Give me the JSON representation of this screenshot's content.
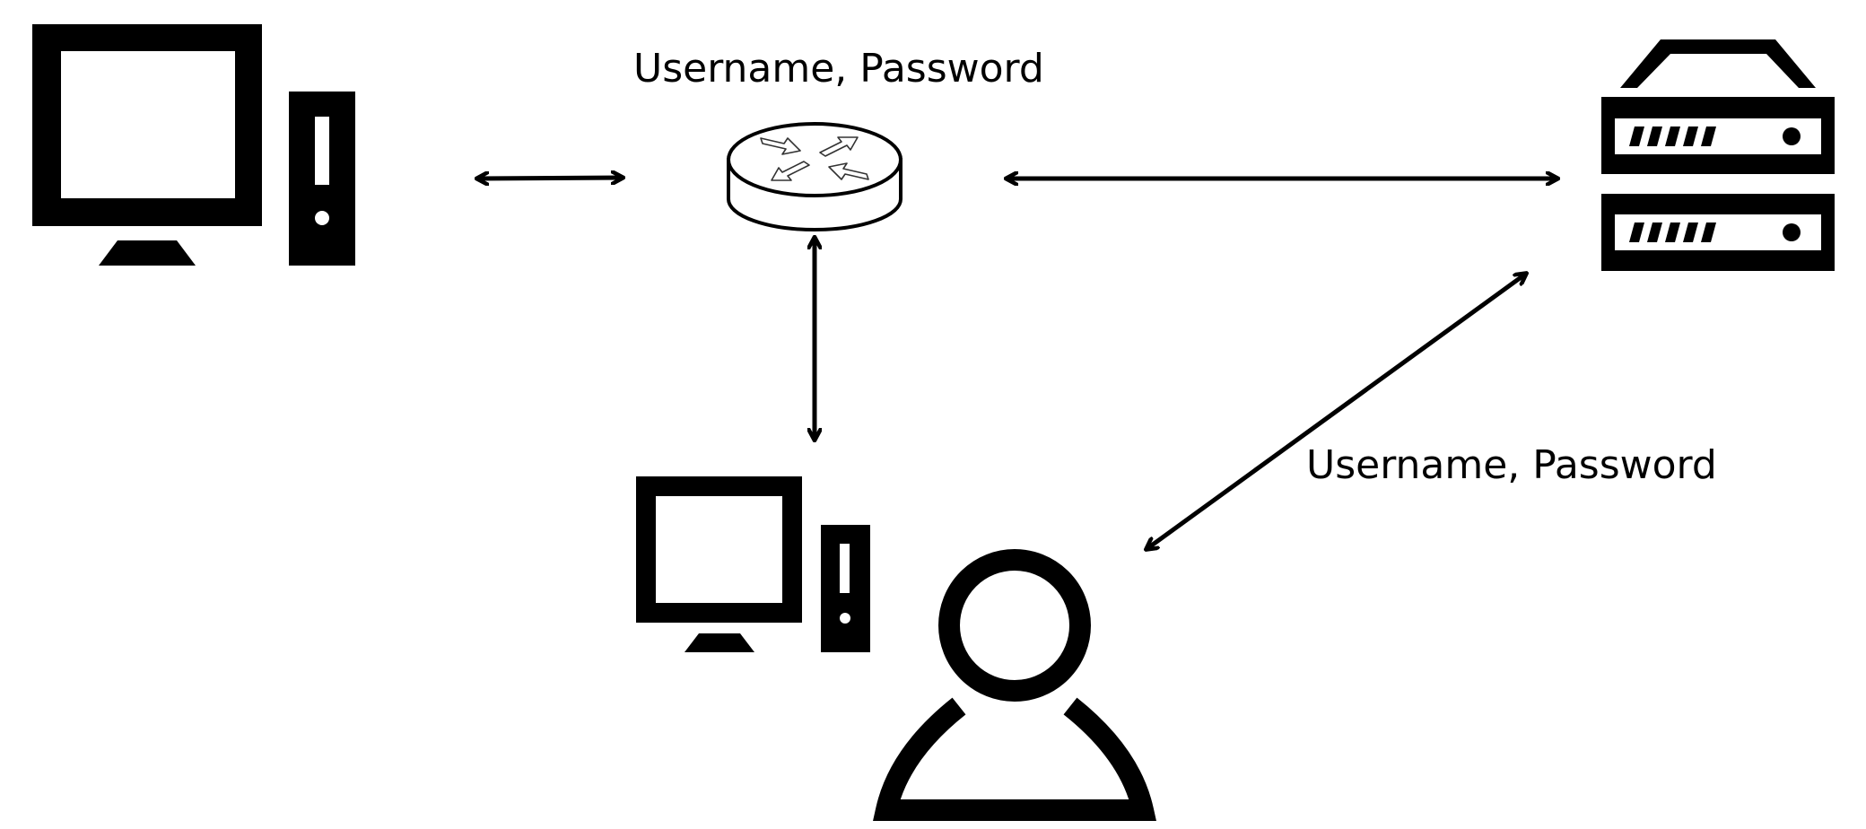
{
  "diagram": {
    "labels": {
      "router_link": "Username, Password",
      "user_server_link": "Username, Password"
    },
    "nodes": [
      {
        "id": "desktop-computer-1",
        "icon": "desktop-computer-icon"
      },
      {
        "id": "router",
        "icon": "router-icon"
      },
      {
        "id": "server",
        "icon": "server-icon"
      },
      {
        "id": "desktop-computer-2",
        "icon": "desktop-computer-icon"
      },
      {
        "id": "user",
        "icon": "user-icon"
      }
    ],
    "connections": [
      {
        "from": "desktop-computer-1",
        "to": "router",
        "bidirectional": true
      },
      {
        "from": "router",
        "to": "server",
        "bidirectional": true
      },
      {
        "from": "router",
        "to": "desktop-computer-2",
        "bidirectional": true
      },
      {
        "from": "user",
        "to": "server",
        "bidirectional": true
      }
    ],
    "colors": {
      "stroke": "#000000",
      "background": "#ffffff"
    }
  }
}
